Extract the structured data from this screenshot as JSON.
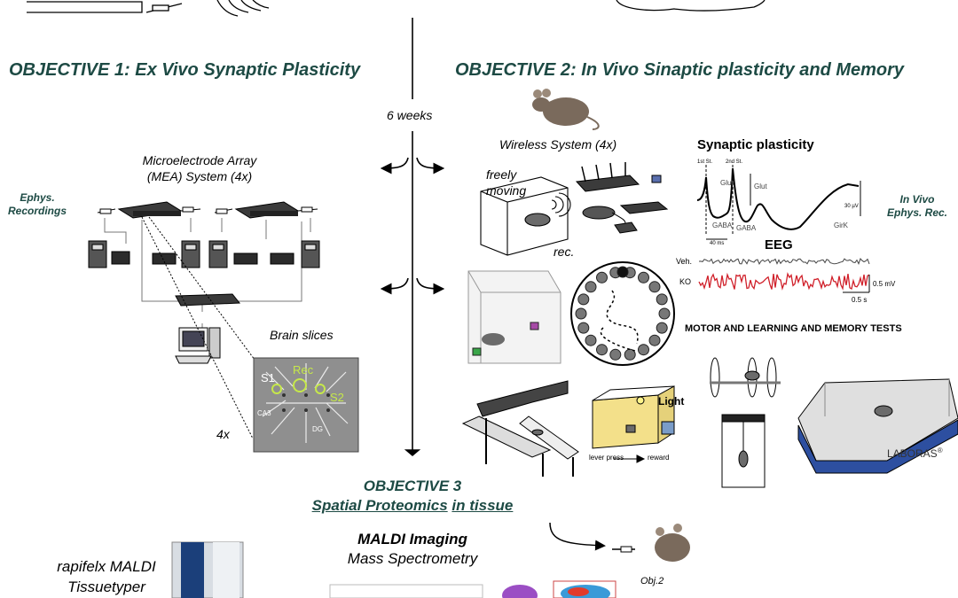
{
  "objectives": {
    "obj1": "OBJECTIVE 1: Ex Vivo Synaptic Plasticity",
    "obj2": "OBJECTIVE 2: In Vivo Sinaptic plasticity and Memory",
    "obj3_line1": "OBJECTIVE 3",
    "obj3_line2a": "Spatial Proteomics",
    "obj3_line2b": "in tissue"
  },
  "timeline": {
    "weeks": "6 weeks"
  },
  "left": {
    "mea_line1": "Microelectrode Array",
    "mea_line2": "(MEA) System (4x)",
    "ephys_line1": "Ephys.",
    "ephys_line2": "Recordings",
    "brain_slices": "Brain slices",
    "mult": "4x",
    "slice_labels": {
      "s1": "S1",
      "rec": "Rec",
      "s2": "S2",
      "ca3": "CA3",
      "dg": "DG"
    }
  },
  "right": {
    "wireless": "Wireless System (4x)",
    "freely1": "freely",
    "freely2": "moving",
    "rec": "rec.",
    "syn_title": "Synaptic plasticity",
    "invivo1": "In Vivo",
    "invivo2": "Ephys. Rec.",
    "trace_labels": {
      "st1": "1st St.",
      "st2": "2nd St.",
      "glut1": "Glut",
      "glut2": "Glut",
      "gaba1": "GABA",
      "gaba2": "GABA",
      "girk": "GirK",
      "scale_v": "30 µV",
      "scale_t": "40 ms"
    },
    "eeg_title": "EEG",
    "eeg_veh": "Veh.",
    "eeg_ko": "KO",
    "eeg_scale_v": "0.5 mV",
    "eeg_scale_t": "0.5 s",
    "tests": "MOTOR AND LEARNING AND MEMORY TESTS",
    "light": "Light",
    "lever1": "lever press",
    "lever2": "reward",
    "laboras": "LABORAS",
    "reg": "®"
  },
  "bottom": {
    "rapiflex1": "rapifelx MALDI",
    "rapiflex2": "Tissuetyper",
    "maldi1": "MALDI Imaging",
    "maldi2": "Mass Spectrometry",
    "obj2ref": "Obj.2"
  },
  "colors": {
    "teal": "#1d4a44",
    "eeg_ko": "#d0202a",
    "slice_marker": "#c6e84a",
    "laboras_base": "#2d4fa0"
  }
}
